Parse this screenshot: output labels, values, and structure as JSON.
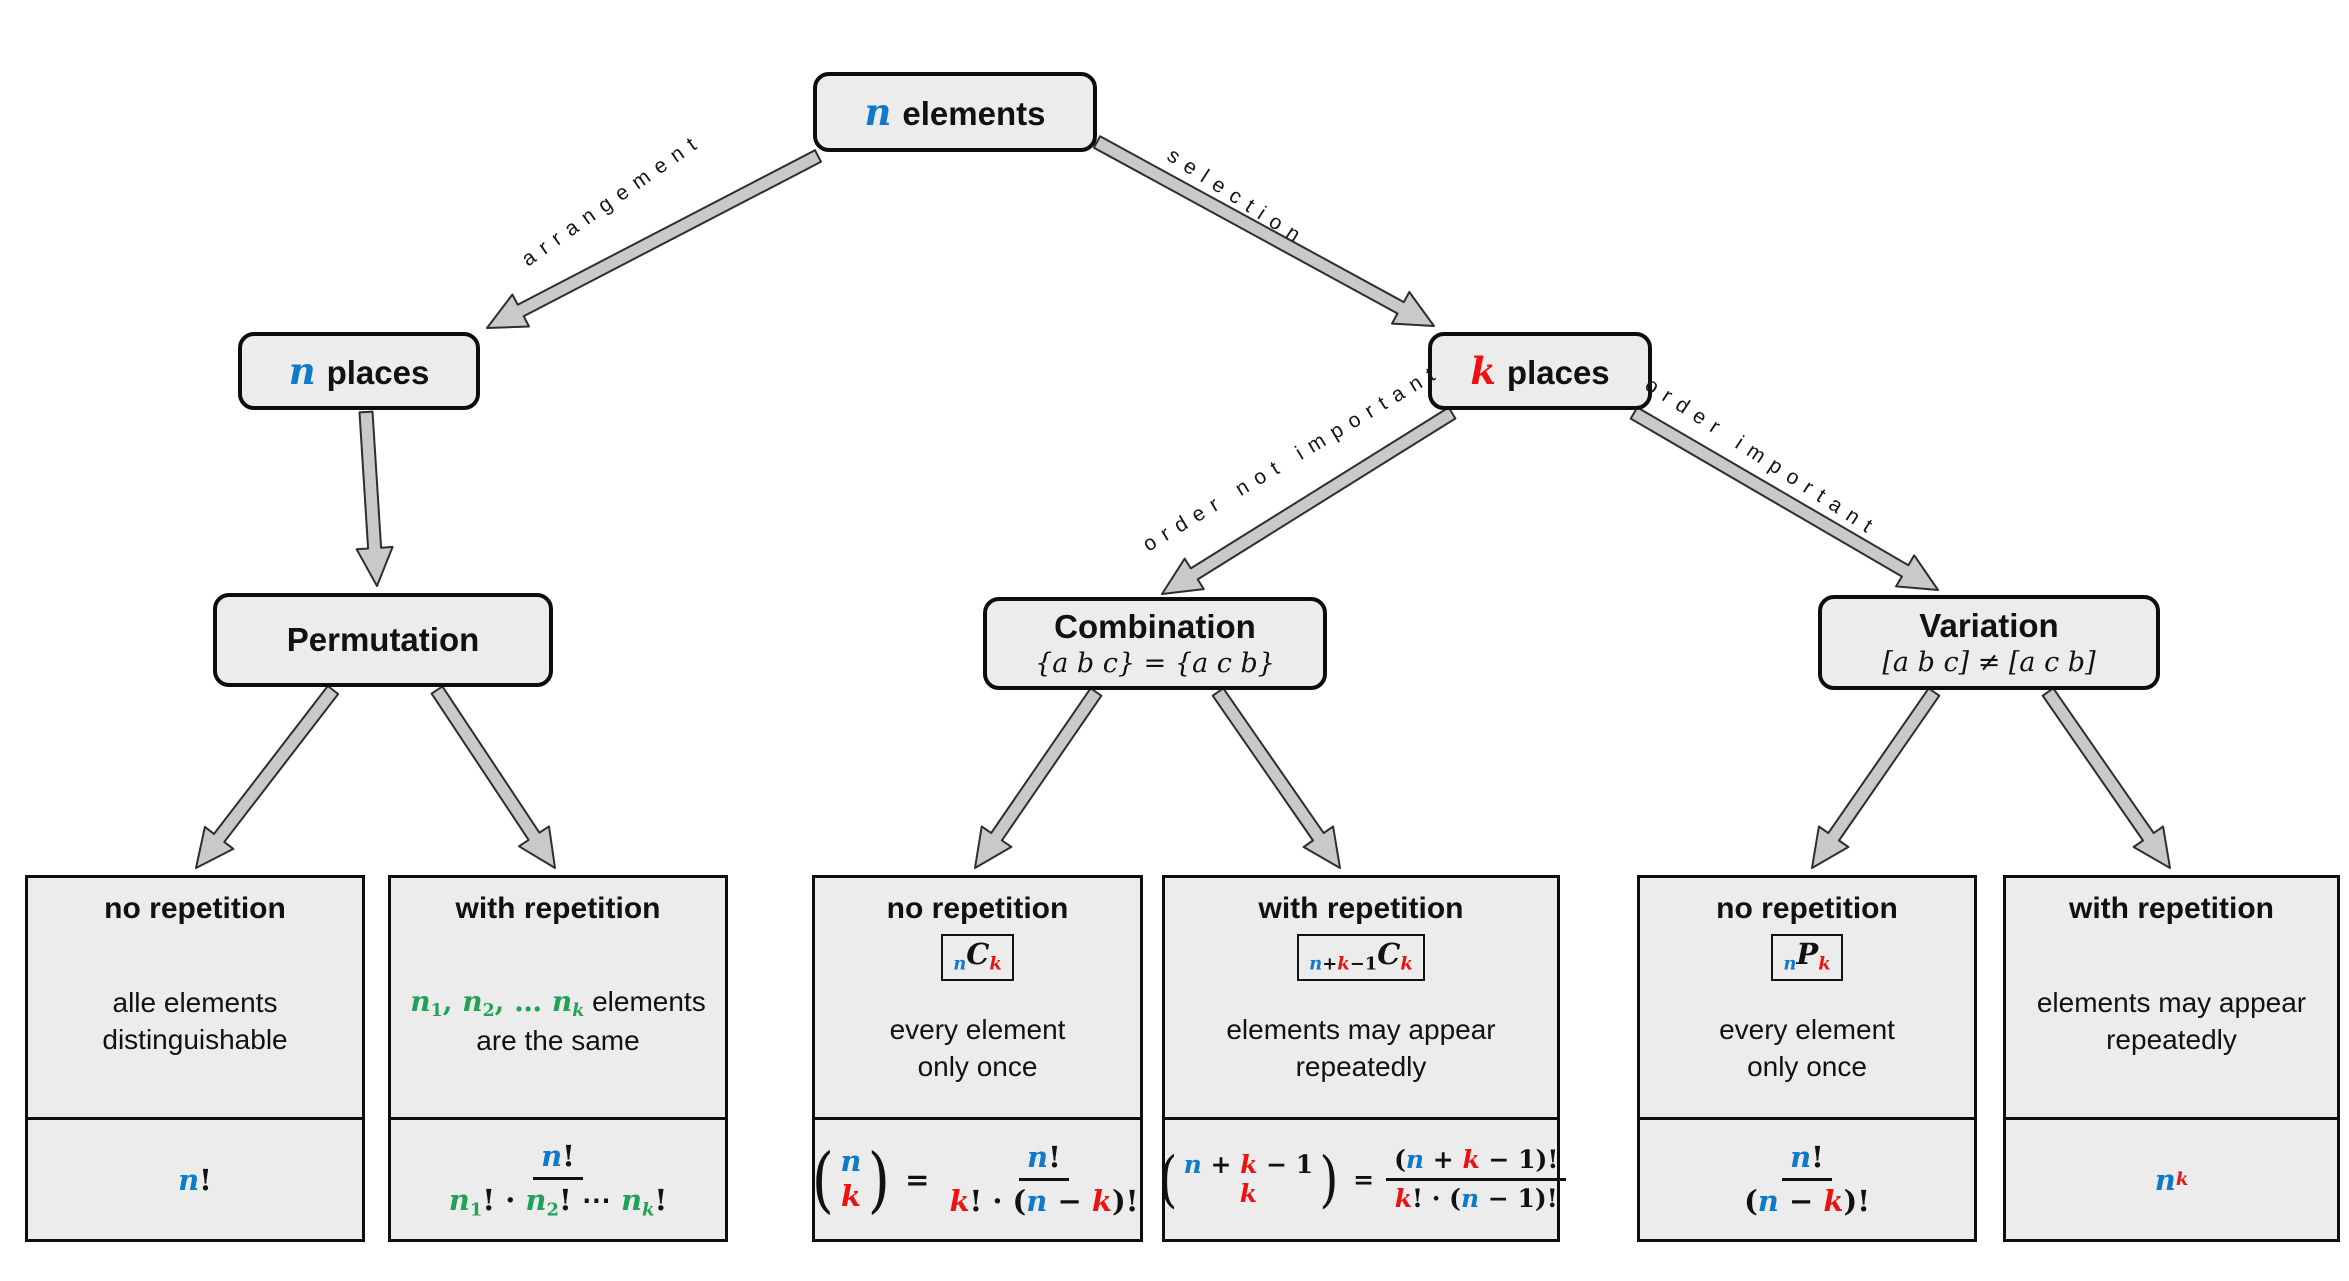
{
  "colors": {
    "variable_n_blue": "#0f79ca",
    "variable_k_red": "#ee1111",
    "variable_green": "#21a258",
    "box_fill": "#ececec",
    "box_border": "#0d0d0d",
    "arrow_fill": "#c9c9c9",
    "arrow_stroke": "#2e2e2e"
  },
  "nodes": {
    "root": {
      "var": "n",
      "label": "elements"
    },
    "n_places": {
      "var": "n",
      "label": "places"
    },
    "k_places": {
      "var": "k",
      "label": "places"
    },
    "permutation": {
      "title": "Permutation"
    },
    "combination": {
      "title": "Combination",
      "subtitle": "{a b c} = {a c b}"
    },
    "variation": {
      "title": "Variation",
      "subtitle": "[a b c] ≠ [a c b]"
    }
  },
  "edge_labels": {
    "arrangement": "arrangement",
    "selection": "selection",
    "order_not_important": "order not important",
    "order_important": "order important"
  },
  "leaves": [
    {
      "header": "no repetition",
      "desc": [
        [
          {
            "t": "alle elements",
            "k": "txt"
          }
        ],
        [
          {
            "t": "distinguishable",
            "k": "txt"
          }
        ]
      ],
      "formula": [
        {
          "t": "n",
          "k": "var",
          "c": "blue"
        },
        {
          "t": "!",
          "k": "op"
        }
      ]
    },
    {
      "header": "with repetition",
      "desc": [
        [
          {
            "t": "n",
            "k": "var",
            "c": "green"
          },
          {
            "t": "1",
            "k": "op",
            "c": "green",
            "pos": "sub"
          },
          {
            "t": ", ",
            "k": "op",
            "c": "green"
          },
          {
            "t": "n",
            "k": "var",
            "c": "green"
          },
          {
            "t": "2",
            "k": "op",
            "c": "green",
            "pos": "sub"
          },
          {
            "t": ", … ",
            "k": "op",
            "c": "green"
          },
          {
            "t": "n",
            "k": "var",
            "c": "green"
          },
          {
            "t": "k",
            "k": "var",
            "c": "green",
            "pos": "sub"
          },
          {
            "t": " elements",
            "k": "txt"
          }
        ],
        [
          {
            "t": "are the same",
            "k": "txt"
          }
        ]
      ],
      "formula": [
        {
          "frac": {
            "num": [
              {
                "t": "n",
                "k": "var",
                "c": "blue"
              },
              {
                "t": "!",
                "k": "op"
              }
            ],
            "den": [
              {
                "t": "n",
                "k": "var",
                "c": "green"
              },
              {
                "t": "1",
                "k": "op",
                "c": "green",
                "pos": "sub"
              },
              {
                "t": "! · ",
                "k": "op"
              },
              {
                "t": "n",
                "k": "var",
                "c": "green"
              },
              {
                "t": "2",
                "k": "op",
                "c": "green",
                "pos": "sub"
              },
              {
                "t": "! ⋯ ",
                "k": "op"
              },
              {
                "t": "n",
                "k": "var",
                "c": "green"
              },
              {
                "t": "k",
                "k": "var",
                "c": "green",
                "pos": "sub"
              },
              {
                "t": "!",
                "k": "op"
              }
            ]
          }
        }
      ]
    },
    {
      "header": "no repetition",
      "symbol": [
        {
          "t": "n",
          "k": "var",
          "c": "blue",
          "pos": "sub"
        },
        {
          "t": "C",
          "k": "var"
        },
        {
          "t": "k",
          "k": "var",
          "c": "red",
          "pos": "sub"
        }
      ],
      "desc": [
        [
          {
            "t": "every element",
            "k": "txt"
          }
        ],
        [
          {
            "t": "only once",
            "k": "txt"
          }
        ]
      ],
      "formula": [
        {
          "binom": {
            "top": [
              {
                "t": "n",
                "k": "var",
                "c": "blue"
              }
            ],
            "bot": [
              {
                "t": "k",
                "k": "var",
                "c": "red"
              }
            ]
          }
        },
        {
          "t": "=",
          "k": "eq"
        },
        {
          "frac": {
            "num": [
              {
                "t": "n",
                "k": "var",
                "c": "blue"
              },
              {
                "t": "!",
                "k": "op"
              }
            ],
            "den": [
              {
                "t": "k",
                "k": "var",
                "c": "red"
              },
              {
                "t": "! · (",
                "k": "op"
              },
              {
                "t": "n",
                "k": "var",
                "c": "blue"
              },
              {
                "t": " − ",
                "k": "op"
              },
              {
                "t": "k",
                "k": "var",
                "c": "red"
              },
              {
                "t": ")!",
                "k": "op"
              }
            ]
          }
        }
      ]
    },
    {
      "header": "with repetition",
      "symbol": [
        {
          "t": "n",
          "k": "var",
          "c": "blue",
          "pos": "sub"
        },
        {
          "t": "+",
          "k": "op",
          "pos": "sub"
        },
        {
          "t": "k",
          "k": "var",
          "c": "red",
          "pos": "sub"
        },
        {
          "t": "−1",
          "k": "op",
          "pos": "sub"
        },
        {
          "t": "C",
          "k": "var"
        },
        {
          "t": "k",
          "k": "var",
          "c": "red",
          "pos": "sub"
        }
      ],
      "desc": [
        [
          {
            "t": "elements may appear",
            "k": "txt"
          }
        ],
        [
          {
            "t": "repeatedly",
            "k": "txt"
          }
        ]
      ],
      "formula": [
        {
          "binom": {
            "top": [
              {
                "t": "n",
                "k": "var",
                "c": "blue"
              },
              {
                "t": " + ",
                "k": "op"
              },
              {
                "t": "k",
                "k": "var",
                "c": "red"
              },
              {
                "t": " − 1",
                "k": "op"
              }
            ],
            "bot": [
              {
                "t": "k",
                "k": "var",
                "c": "red"
              }
            ]
          }
        },
        {
          "t": "=",
          "k": "eq"
        },
        {
          "frac": {
            "num": [
              {
                "t": "(",
                "k": "op"
              },
              {
                "t": "n",
                "k": "var",
                "c": "blue"
              },
              {
                "t": " + ",
                "k": "op"
              },
              {
                "t": "k",
                "k": "var",
                "c": "red"
              },
              {
                "t": " − 1",
                "k": "op"
              },
              {
                "t": ")!",
                "k": "op"
              }
            ],
            "den": [
              {
                "t": "k",
                "k": "var",
                "c": "red"
              },
              {
                "t": "! · (",
                "k": "op"
              },
              {
                "t": "n",
                "k": "var",
                "c": "blue"
              },
              {
                "t": " − 1",
                "k": "op"
              },
              {
                "t": ")!",
                "k": "op"
              }
            ]
          }
        }
      ]
    },
    {
      "header": "no repetition",
      "symbol": [
        {
          "t": "n",
          "k": "var",
          "c": "blue",
          "pos": "sub"
        },
        {
          "t": "P",
          "k": "var"
        },
        {
          "t": "k",
          "k": "var",
          "c": "red",
          "pos": "sub"
        }
      ],
      "desc": [
        [
          {
            "t": "every element",
            "k": "txt"
          }
        ],
        [
          {
            "t": "only once",
            "k": "txt"
          }
        ]
      ],
      "formula": [
        {
          "frac": {
            "num": [
              {
                "t": "n",
                "k": "var",
                "c": "blue"
              },
              {
                "t": "!",
                "k": "op"
              }
            ],
            "den": [
              {
                "t": "(",
                "k": "op"
              },
              {
                "t": "n",
                "k": "var",
                "c": "blue"
              },
              {
                "t": " − ",
                "k": "op"
              },
              {
                "t": "k",
                "k": "var",
                "c": "red"
              },
              {
                "t": ")!",
                "k": "op"
              }
            ]
          }
        }
      ]
    },
    {
      "header": "with repetition",
      "desc": [
        [
          {
            "t": "elements may appear",
            "k": "txt"
          }
        ],
        [
          {
            "t": "repeatedly",
            "k": "txt"
          }
        ]
      ],
      "formula": [
        {
          "t": "n",
          "k": "var",
          "c": "blue"
        },
        {
          "t": "k",
          "k": "var",
          "c": "red",
          "pos": "sup"
        }
      ]
    }
  ]
}
